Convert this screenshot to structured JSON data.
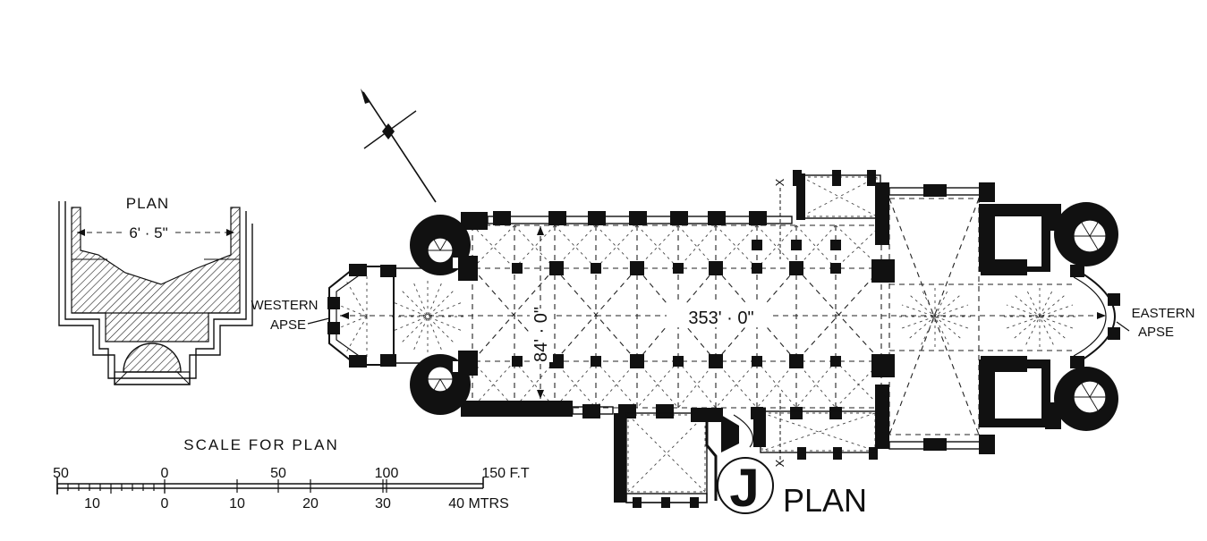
{
  "detail": {
    "title": "PLAN",
    "dimension": "6' · 5\""
  },
  "scale": {
    "title": "SCALE FOR PLAN",
    "feet_ticks": [
      "50",
      "0",
      "50",
      "100",
      "150 F.T"
    ],
    "metre_ticks": [
      "10",
      "0",
      "10",
      "20",
      "30",
      "40 MTRS"
    ]
  },
  "plan": {
    "west_label_1": "WESTERN",
    "west_label_2": "APSE",
    "east_label_1": "EASTERN",
    "east_label_2": "APSE",
    "length": "353' · 0\"",
    "width": "84' · 0\"",
    "section_mark_top": "X",
    "section_mark_bottom": "X"
  },
  "caption": {
    "letter": "J",
    "text": "PLAN"
  }
}
